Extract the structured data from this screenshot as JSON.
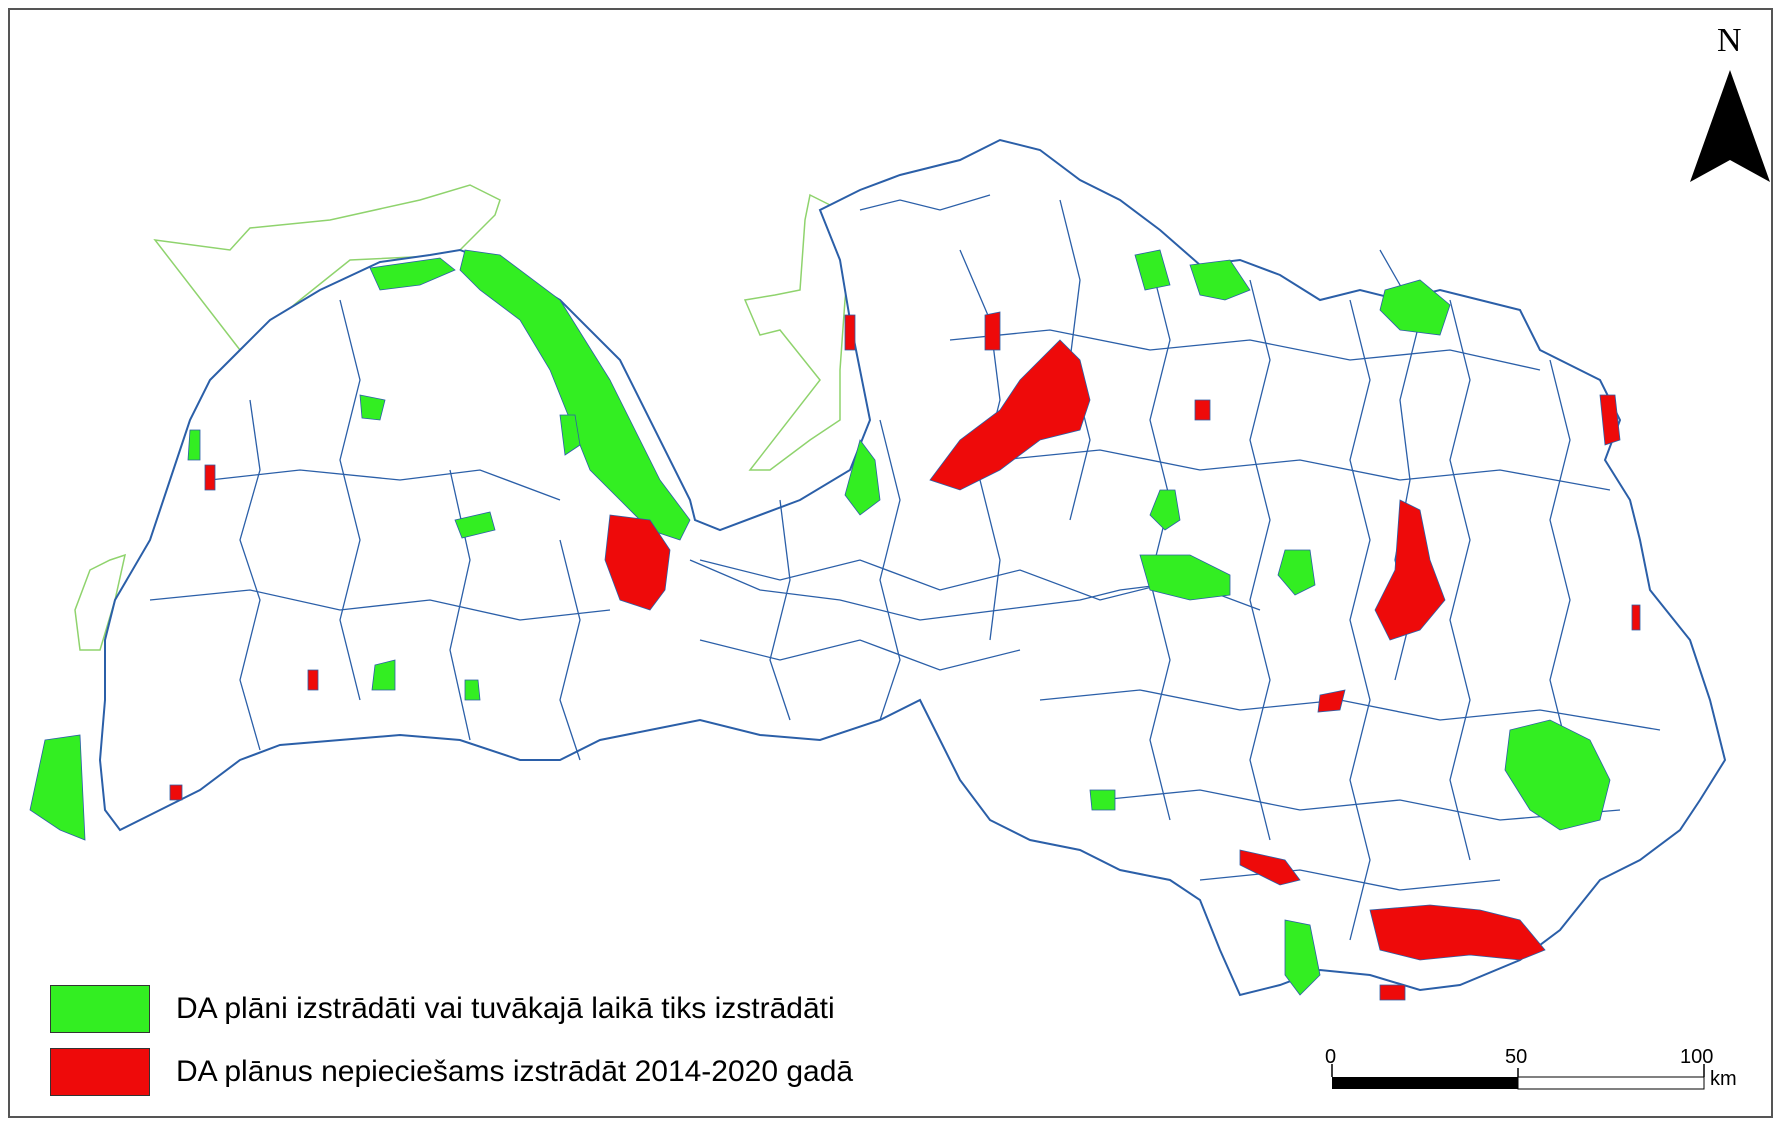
{
  "legend": {
    "items": [
      {
        "label": "DA plāni izstrādāti vai tuvākajā laikā tiks izstrādāti",
        "color": "#33ee22"
      },
      {
        "label": "DA plānus nepieciešams izstrādāt 2014-2020 gadā",
        "color": "#ee0a0a"
      }
    ]
  },
  "north_arrow": {
    "label": "N"
  },
  "scale_bar": {
    "ticks": [
      "0",
      "50",
      "100"
    ],
    "unit": "km"
  },
  "colors": {
    "border": "#2b5fa8",
    "protected_area": "#33ee22",
    "planning_needed": "#ee0a0a",
    "outline_thin": "#8fd36d"
  },
  "icons": [
    "north-arrow-icon"
  ]
}
